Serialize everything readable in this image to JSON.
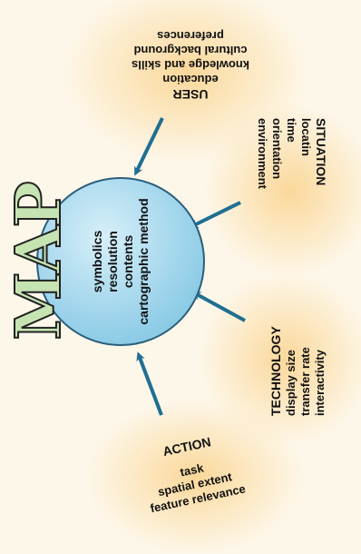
{
  "map_title": "MAP",
  "map_contents": [
    "symbolics",
    "resolution",
    "contents",
    "cartographic method"
  ],
  "user": {
    "heading": "USER",
    "items": [
      "education",
      "knowledge and skills",
      "cultural background",
      "preferences"
    ]
  },
  "situation": {
    "heading": "SITUATION",
    "items": [
      "locatin",
      "time",
      "orientation",
      "environment"
    ]
  },
  "technology": {
    "heading": "TECHNOLOGY",
    "items": [
      "display size",
      "transfer rate",
      "interactivity"
    ]
  },
  "action": {
    "heading": "ACTION",
    "items": [
      "task",
      "spatial extent",
      "feature relevance"
    ]
  },
  "colors": {
    "circle_fill": "#a6d8ef",
    "arrow": "#1f6f92",
    "glow": "#f8d595"
  }
}
